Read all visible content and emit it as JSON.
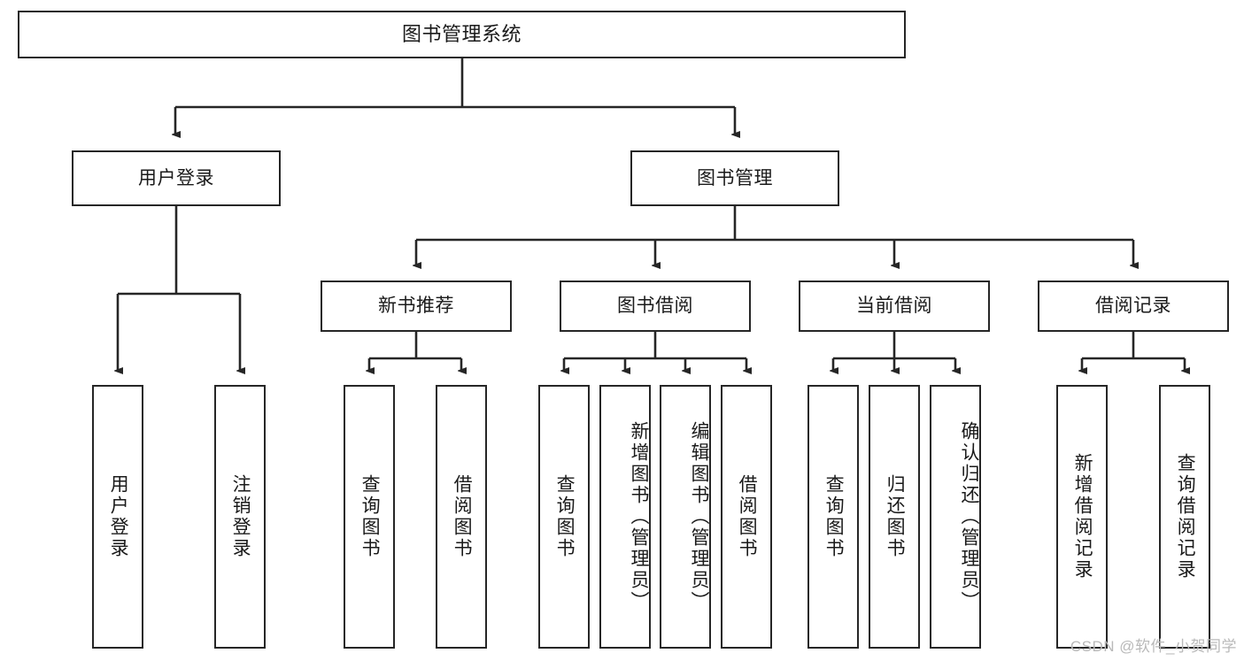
{
  "diagram": {
    "title": "图书管理系统",
    "type": "hierarchy-tree",
    "root": {
      "label": "图书管理系统"
    },
    "level1": [
      {
        "label": "用户登录"
      },
      {
        "label": "图书管理"
      }
    ],
    "level2": [
      {
        "label": "新书推荐"
      },
      {
        "label": "图书借阅"
      },
      {
        "label": "当前借阅"
      },
      {
        "label": "借阅记录"
      }
    ],
    "leaves": {
      "user_login": [
        {
          "label": "用户登录"
        },
        {
          "label": "注销登录"
        }
      ],
      "new_book_recommend": [
        {
          "label": "查询图书"
        },
        {
          "label": "借阅图书"
        }
      ],
      "book_borrow": [
        {
          "label": "查询图书"
        },
        {
          "label": "新增图书（管理员）"
        },
        {
          "label": "编辑图书（管理员）"
        },
        {
          "label": "借阅图书"
        }
      ],
      "current_borrow": [
        {
          "label": "查询图书"
        },
        {
          "label": "归还图书"
        },
        {
          "label": "确认归还（管理员）"
        }
      ],
      "borrow_record": [
        {
          "label": "新增借阅记录"
        },
        {
          "label": "查询借阅记录"
        }
      ]
    }
  },
  "watermark": {
    "text": "CSDN @软件_小贺同学"
  },
  "colors": {
    "stroke": "#262626",
    "text": "#1a1a1a",
    "background": "#ffffff",
    "watermark": "#b9b9b9"
  }
}
